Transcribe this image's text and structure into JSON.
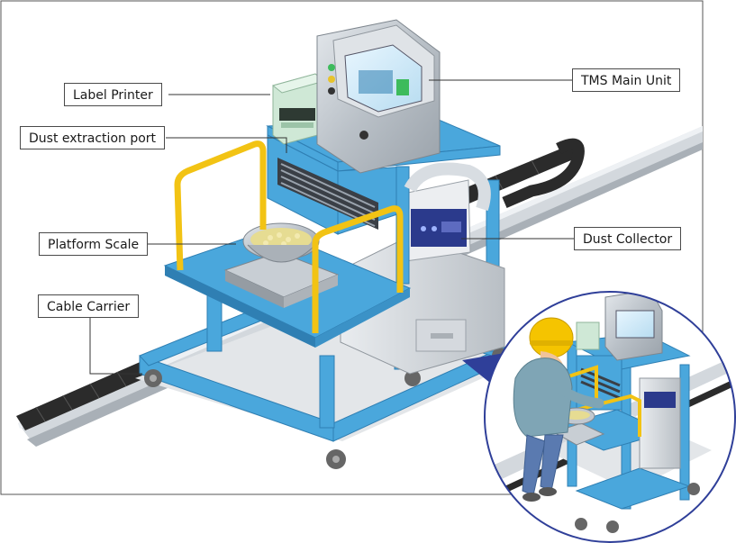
{
  "labels": {
    "label_printer": "Label Printer",
    "dust_extraction_port": "Dust extraction port",
    "platform_scale": "Platform Scale",
    "cable_carrier": "Cable Carrier",
    "tms_main_unit": "TMS Main Unit",
    "dust_collector": "Dust Collector"
  },
  "colors": {
    "frame_blue": "#4aa7dc",
    "frame_blue_dark": "#2f7fb3",
    "rail_gray": "#c9ced4",
    "carrier_black": "#2b2b2b",
    "handle_yellow": "#f2c314",
    "steel": "#c2c8cf",
    "printer_green": "#cfe8d6",
    "collector_blue": "#2b3a8c",
    "helmet_yellow": "#f5c400",
    "inset_border": "#2f3f99"
  }
}
